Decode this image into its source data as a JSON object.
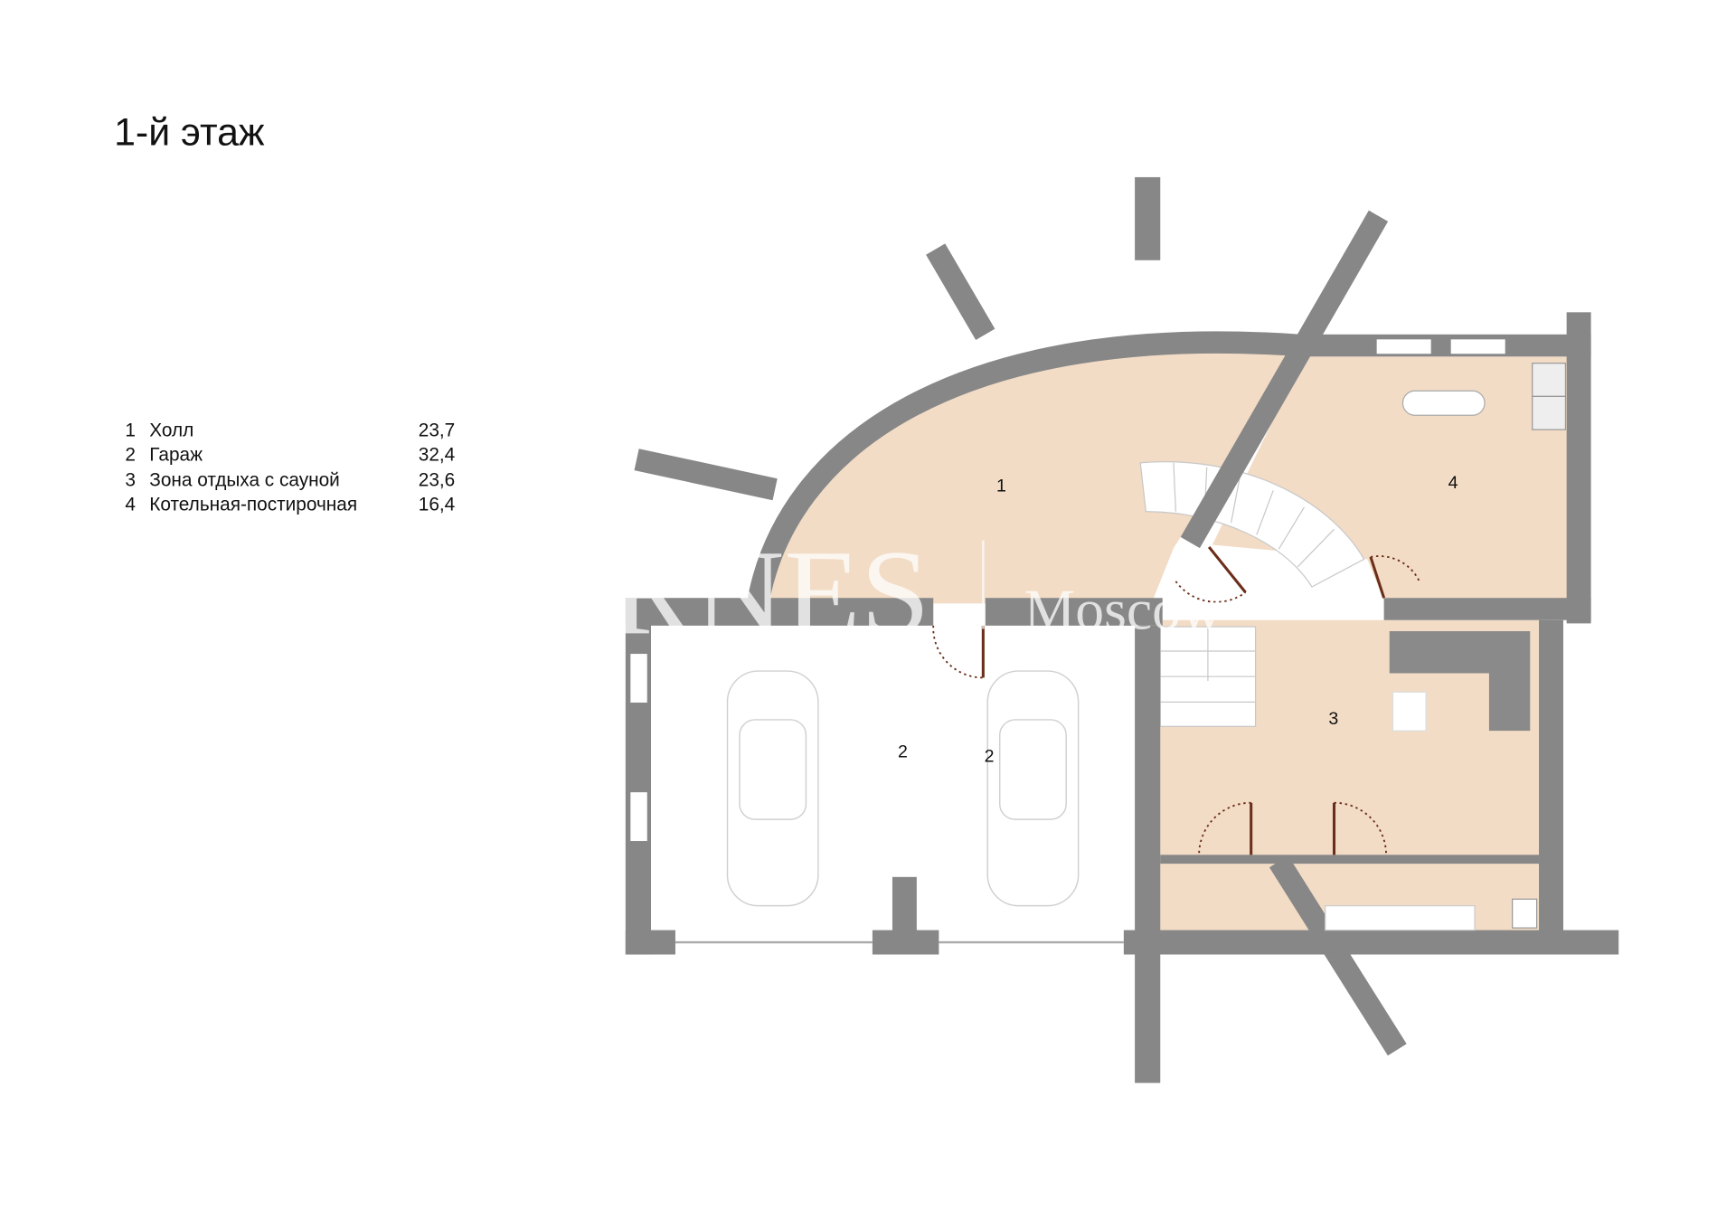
{
  "title": "1-й этаж",
  "legend": [
    {
      "num": "1",
      "name": "Холл",
      "area": "23,7"
    },
    {
      "num": "2",
      "name": "Гараж",
      "area": "32,4"
    },
    {
      "num": "3",
      "name": "Зона отдыха с сауной",
      "area": "23,6"
    },
    {
      "num": "4",
      "name": "Котельная-постирочная",
      "area": "16,4"
    }
  ],
  "plan_labels": {
    "hall": "1",
    "garage_a": "2",
    "garage_b": "2",
    "rest": "3",
    "boiler": "4"
  },
  "watermark": "BARNES | Moscow",
  "colors": {
    "wall": "#878787",
    "floor": "#f2dcc6",
    "door": "#6b2e1a"
  }
}
